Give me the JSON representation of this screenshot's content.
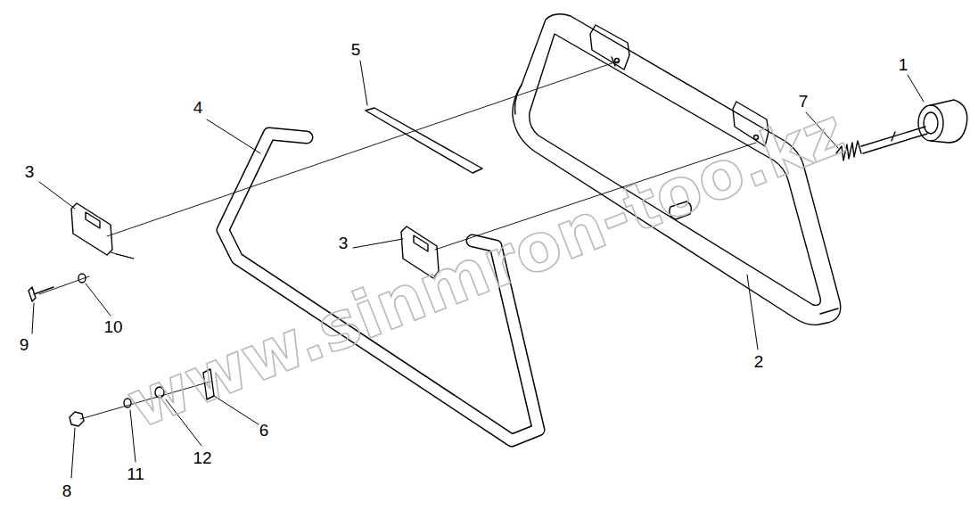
{
  "diagram": {
    "labels": [
      "1",
      "5",
      "7",
      "4",
      "3",
      "3",
      "9",
      "10",
      "2",
      "6",
      "12",
      "11",
      "8",
      "www.sinmron-too.kz"
    ]
  }
}
